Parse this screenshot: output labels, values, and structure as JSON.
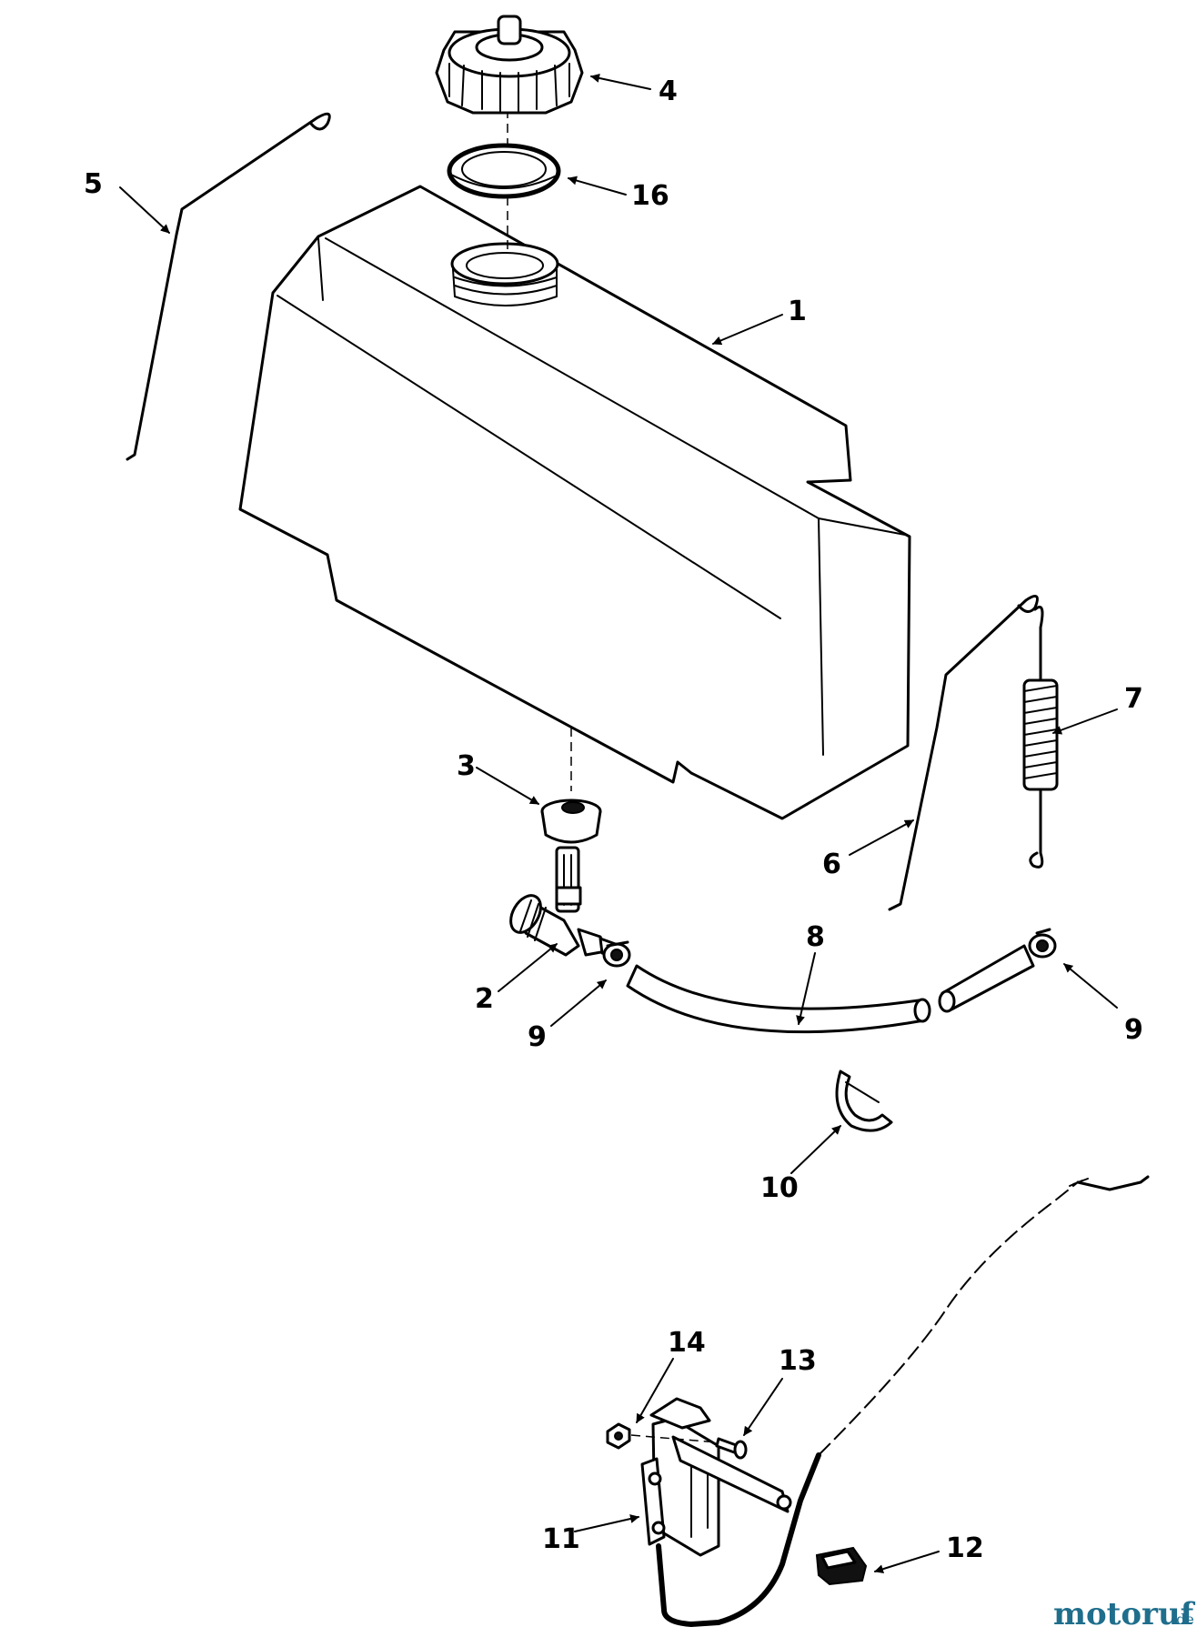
{
  "callouts": {
    "c1": "1",
    "c2": "2",
    "c3": "3",
    "c4": "4",
    "c5": "5",
    "c6": "6",
    "c7": "7",
    "c8": "8",
    "c9a": "9",
    "c9b": "9",
    "c10": "10",
    "c11": "11",
    "c12": "12",
    "c13": "13",
    "c14": "14",
    "c16": "16"
  },
  "watermark": {
    "brand": "motoruf",
    "suffix": ".de"
  }
}
